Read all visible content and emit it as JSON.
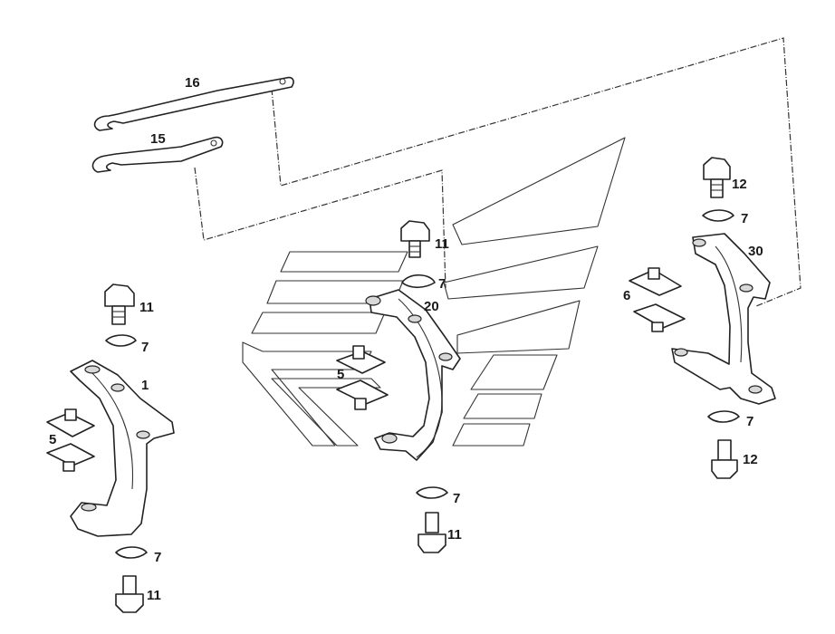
{
  "diagram": {
    "part_labels": [
      {
        "id": "p16",
        "text": "16"
      },
      {
        "id": "p15",
        "text": "15"
      },
      {
        "id": "p11a",
        "text": "11"
      },
      {
        "id": "p7a",
        "text": "7"
      },
      {
        "id": "p20",
        "text": "20"
      },
      {
        "id": "p5a",
        "text": "5"
      },
      {
        "id": "p7b",
        "text": "7"
      },
      {
        "id": "p11b",
        "text": "11"
      },
      {
        "id": "p12a",
        "text": "12"
      },
      {
        "id": "p7c",
        "text": "7"
      },
      {
        "id": "p30",
        "text": "30"
      },
      {
        "id": "p6",
        "text": "6"
      },
      {
        "id": "p7d",
        "text": "7"
      },
      {
        "id": "p12b",
        "text": "12"
      },
      {
        "id": "p11c",
        "text": "11"
      },
      {
        "id": "p7e",
        "text": "7"
      },
      {
        "id": "p1",
        "text": "1"
      },
      {
        "id": "p5b",
        "text": "5"
      },
      {
        "id": "p7f",
        "text": "7"
      },
      {
        "id": "p11d",
        "text": "11"
      }
    ]
  }
}
